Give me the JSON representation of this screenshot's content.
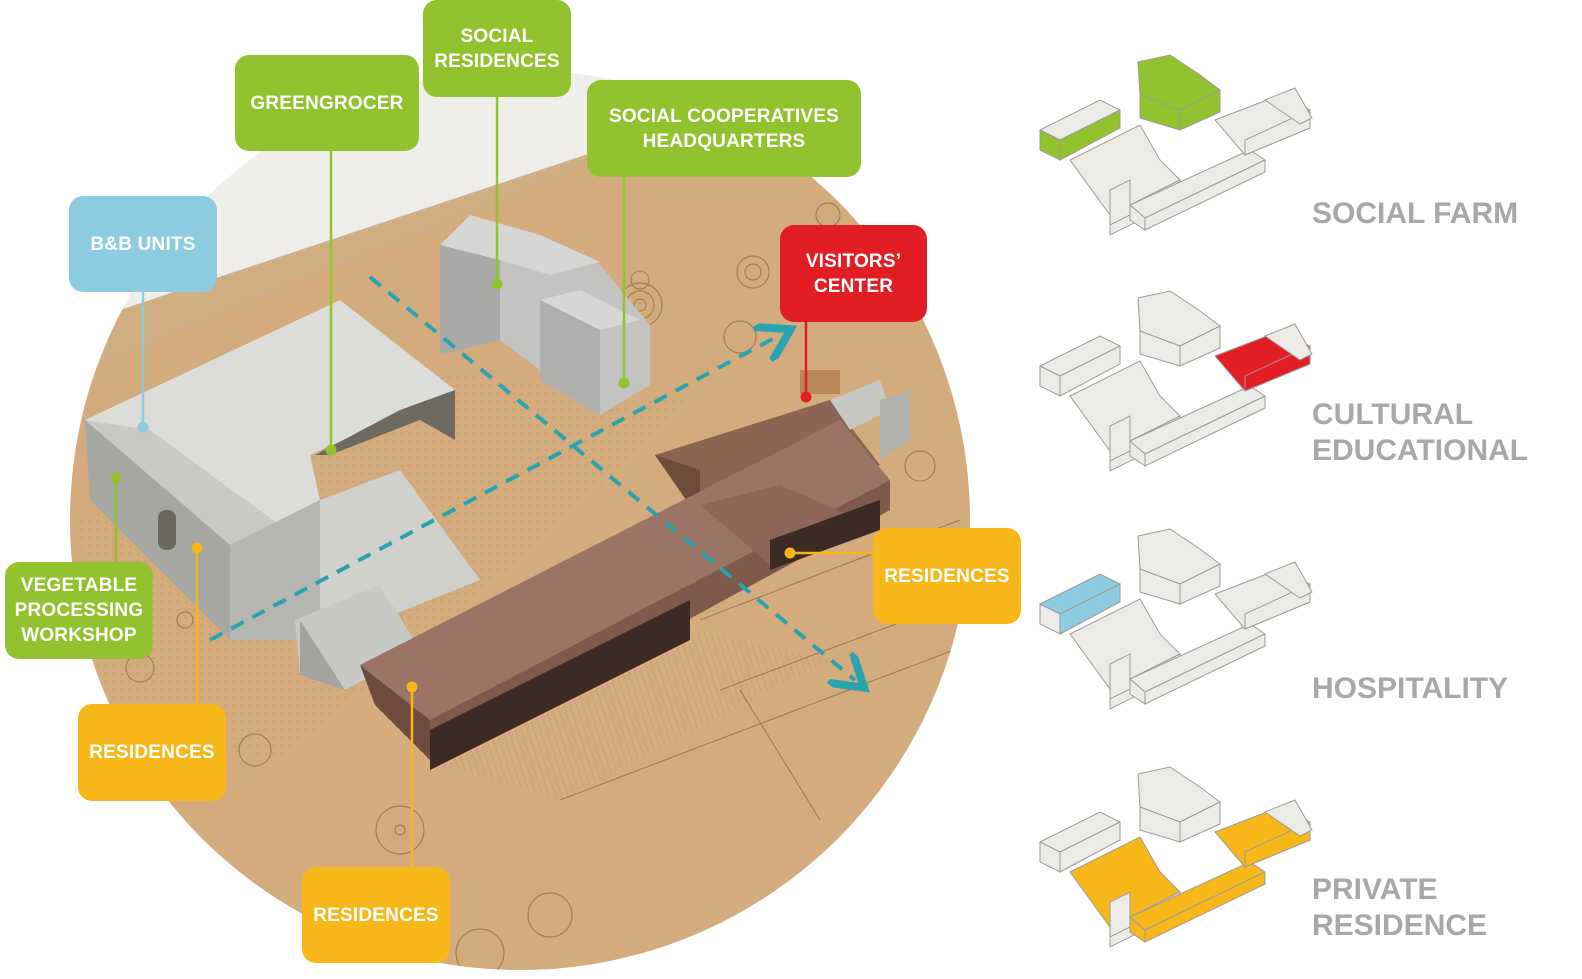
{
  "callouts": {
    "social_residences": "SOCIAL\nRESIDENCES",
    "greengrocer": "GREENGROCER",
    "social_cooperatives": "SOCIAL COOPERATIVES\nHEADQUARTERS",
    "bb_units": "B&B UNITS",
    "visitors_center": "VISITORS’\nCENTER",
    "vegetable_workshop": "VEGETABLE\nPROCESSING\nWORKSHOP",
    "residences_right": "RESIDENCES",
    "residences_left": "RESIDENCES",
    "residences_bottom": "RESIDENCES"
  },
  "legend": [
    {
      "label": "SOCIAL FARM",
      "color": "#92c22d"
    },
    {
      "label": "CULTURAL\nEDUCATIONAL",
      "color": "#e31d24"
    },
    {
      "label": "HOSPITALITY",
      "color": "#8ccbe0"
    },
    {
      "label": "PRIVATE\nRESIDENCE",
      "color": "#f7b719"
    }
  ],
  "colors": {
    "green": "#92c22d",
    "blue": "#8ccbe0",
    "red": "#e31d24",
    "yellow": "#f7b719",
    "arrow": "#2aa3b0",
    "legend_text": "#a7a8aa"
  }
}
